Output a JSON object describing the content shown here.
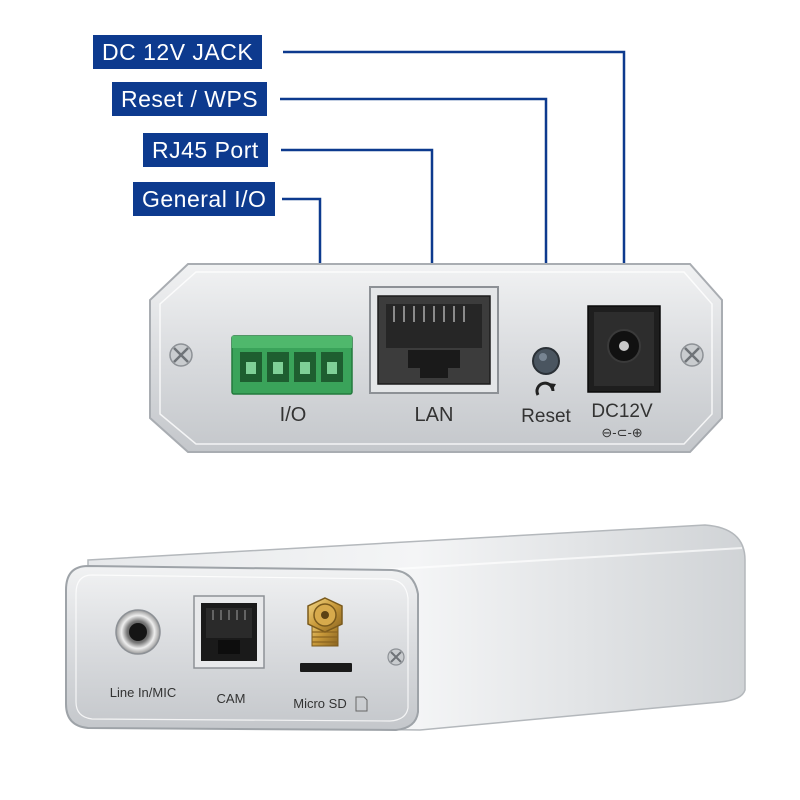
{
  "callouts": {
    "dc_jack": "DC 12V JACK",
    "reset_wps": "Reset / WPS",
    "rj45": "RJ45 Port",
    "general_io": "General I/O"
  },
  "top_panel": {
    "io_label": "I/O",
    "lan_label": "LAN",
    "reset_label": "Reset",
    "dc_label": "DC12V",
    "polarity": "⊖-⊂-⊕"
  },
  "bottom_panel": {
    "line_in_label": "Line In/MIC",
    "cam_label": "CAM",
    "sd_label": "Micro SD"
  },
  "colors": {
    "callout_bg": "#0d3a8e",
    "leader_line": "#0d3a8e",
    "terminal_green": "#3aa35a",
    "aluminum": "#d7d9dc"
  }
}
